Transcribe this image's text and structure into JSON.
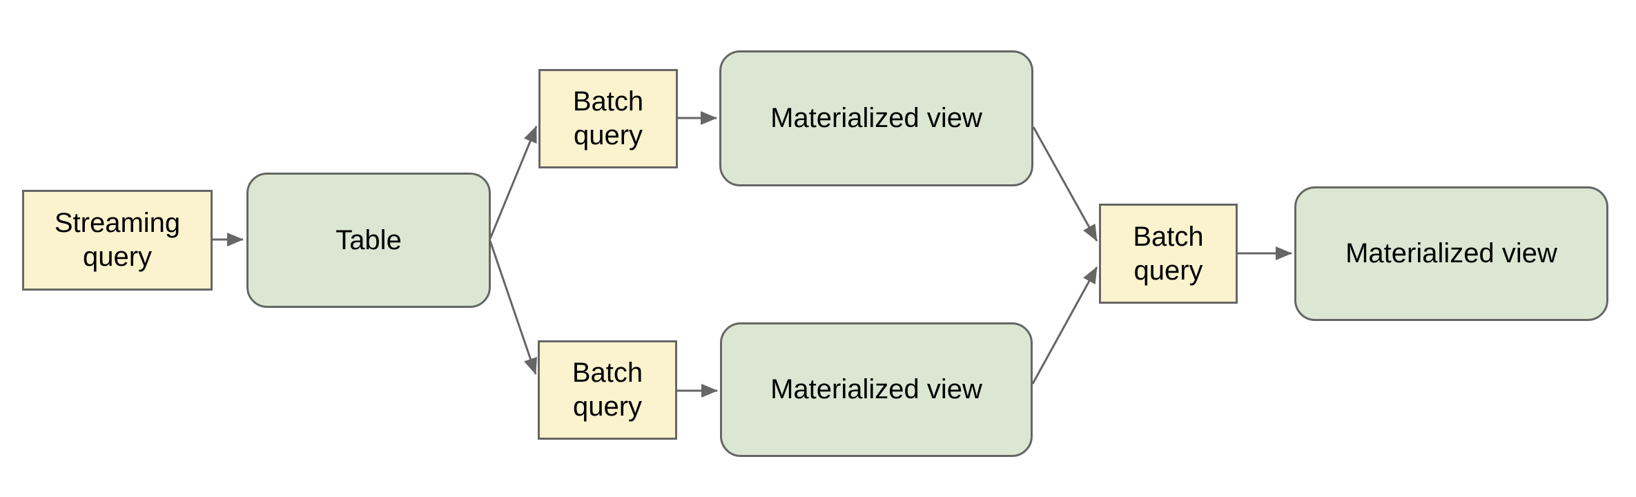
{
  "nodes": [
    {
      "id": "streaming-query",
      "label": "Streaming query",
      "kind": "query"
    },
    {
      "id": "table",
      "label": "Table",
      "kind": "table"
    },
    {
      "id": "batch-query-top",
      "label": "Batch query",
      "kind": "query"
    },
    {
      "id": "materialized-view-top",
      "label": "Materialized view",
      "kind": "view"
    },
    {
      "id": "batch-query-bottom",
      "label": "Batch query",
      "kind": "query"
    },
    {
      "id": "materialized-view-bottom",
      "label": "Materialized view",
      "kind": "view"
    },
    {
      "id": "batch-query-right",
      "label": "Batch query",
      "kind": "query"
    },
    {
      "id": "materialized-view-right",
      "label": "Materialized view",
      "kind": "view"
    }
  ],
  "edges": [
    {
      "from": "streaming-query",
      "to": "table"
    },
    {
      "from": "table",
      "to": "batch-query-top"
    },
    {
      "from": "table",
      "to": "batch-query-bottom"
    },
    {
      "from": "batch-query-top",
      "to": "materialized-view-top"
    },
    {
      "from": "batch-query-bottom",
      "to": "materialized-view-bottom"
    },
    {
      "from": "materialized-view-top",
      "to": "batch-query-right"
    },
    {
      "from": "materialized-view-bottom",
      "to": "batch-query-right"
    },
    {
      "from": "batch-query-right",
      "to": "materialized-view-right"
    }
  ],
  "colors": {
    "query_fill": "#FBF2CE",
    "view_fill": "#DBE7D3",
    "stroke": "#666666",
    "arrow": "#666666",
    "text": "#000000",
    "background": "#FFFFFF"
  }
}
